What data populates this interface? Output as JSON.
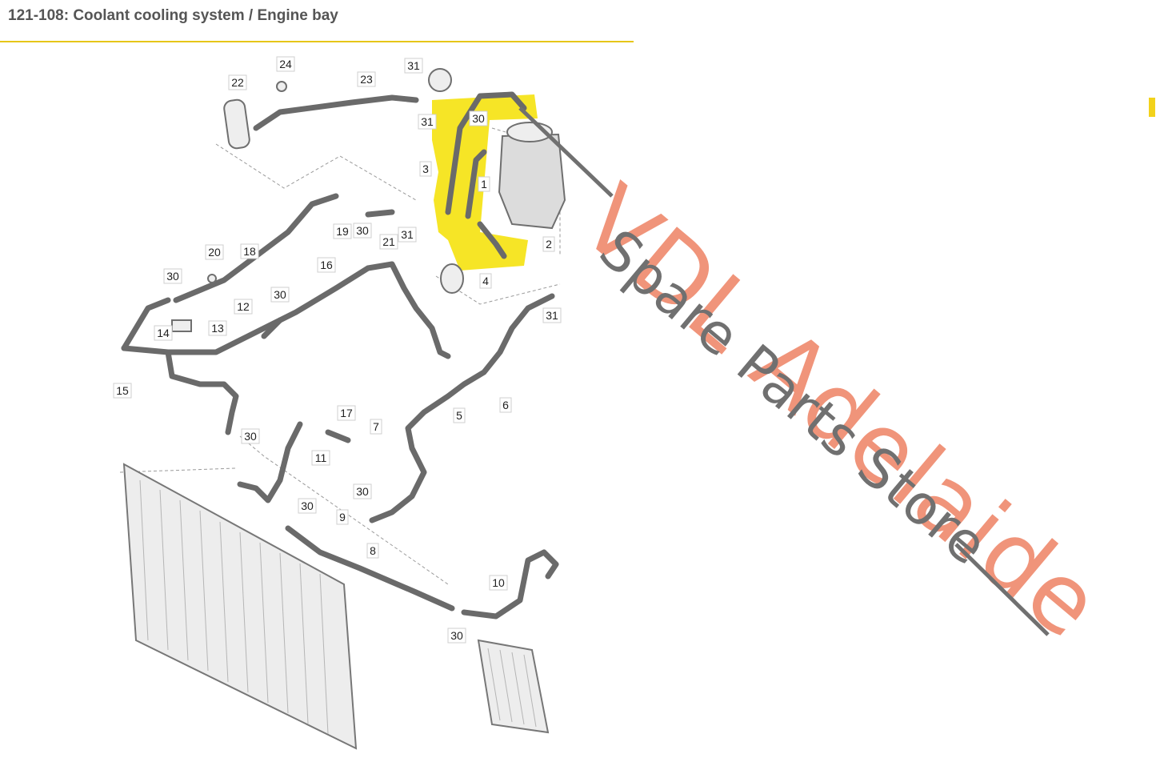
{
  "header": {
    "title": "121-108: Coolant cooling system / Engine bay",
    "accent_color": "#e6c619"
  },
  "diagram": {
    "highlight_color": "#f5e000",
    "callouts": [
      "24",
      "22",
      "23",
      "31",
      "31",
      "30",
      "3",
      "1",
      "2",
      "4",
      "19",
      "30",
      "21",
      "31",
      "20",
      "18",
      "16",
      "30",
      "30",
      "12",
      "13",
      "14",
      "31",
      "15",
      "6",
      "5",
      "7",
      "17",
      "30",
      "11",
      "30",
      "30",
      "9",
      "8",
      "10",
      "30"
    ]
  },
  "watermark": {
    "line1": "VDL Adelaide",
    "line2": "Spare Parts Store",
    "line1_color": "#f0947a",
    "line2_color": "#707070"
  }
}
